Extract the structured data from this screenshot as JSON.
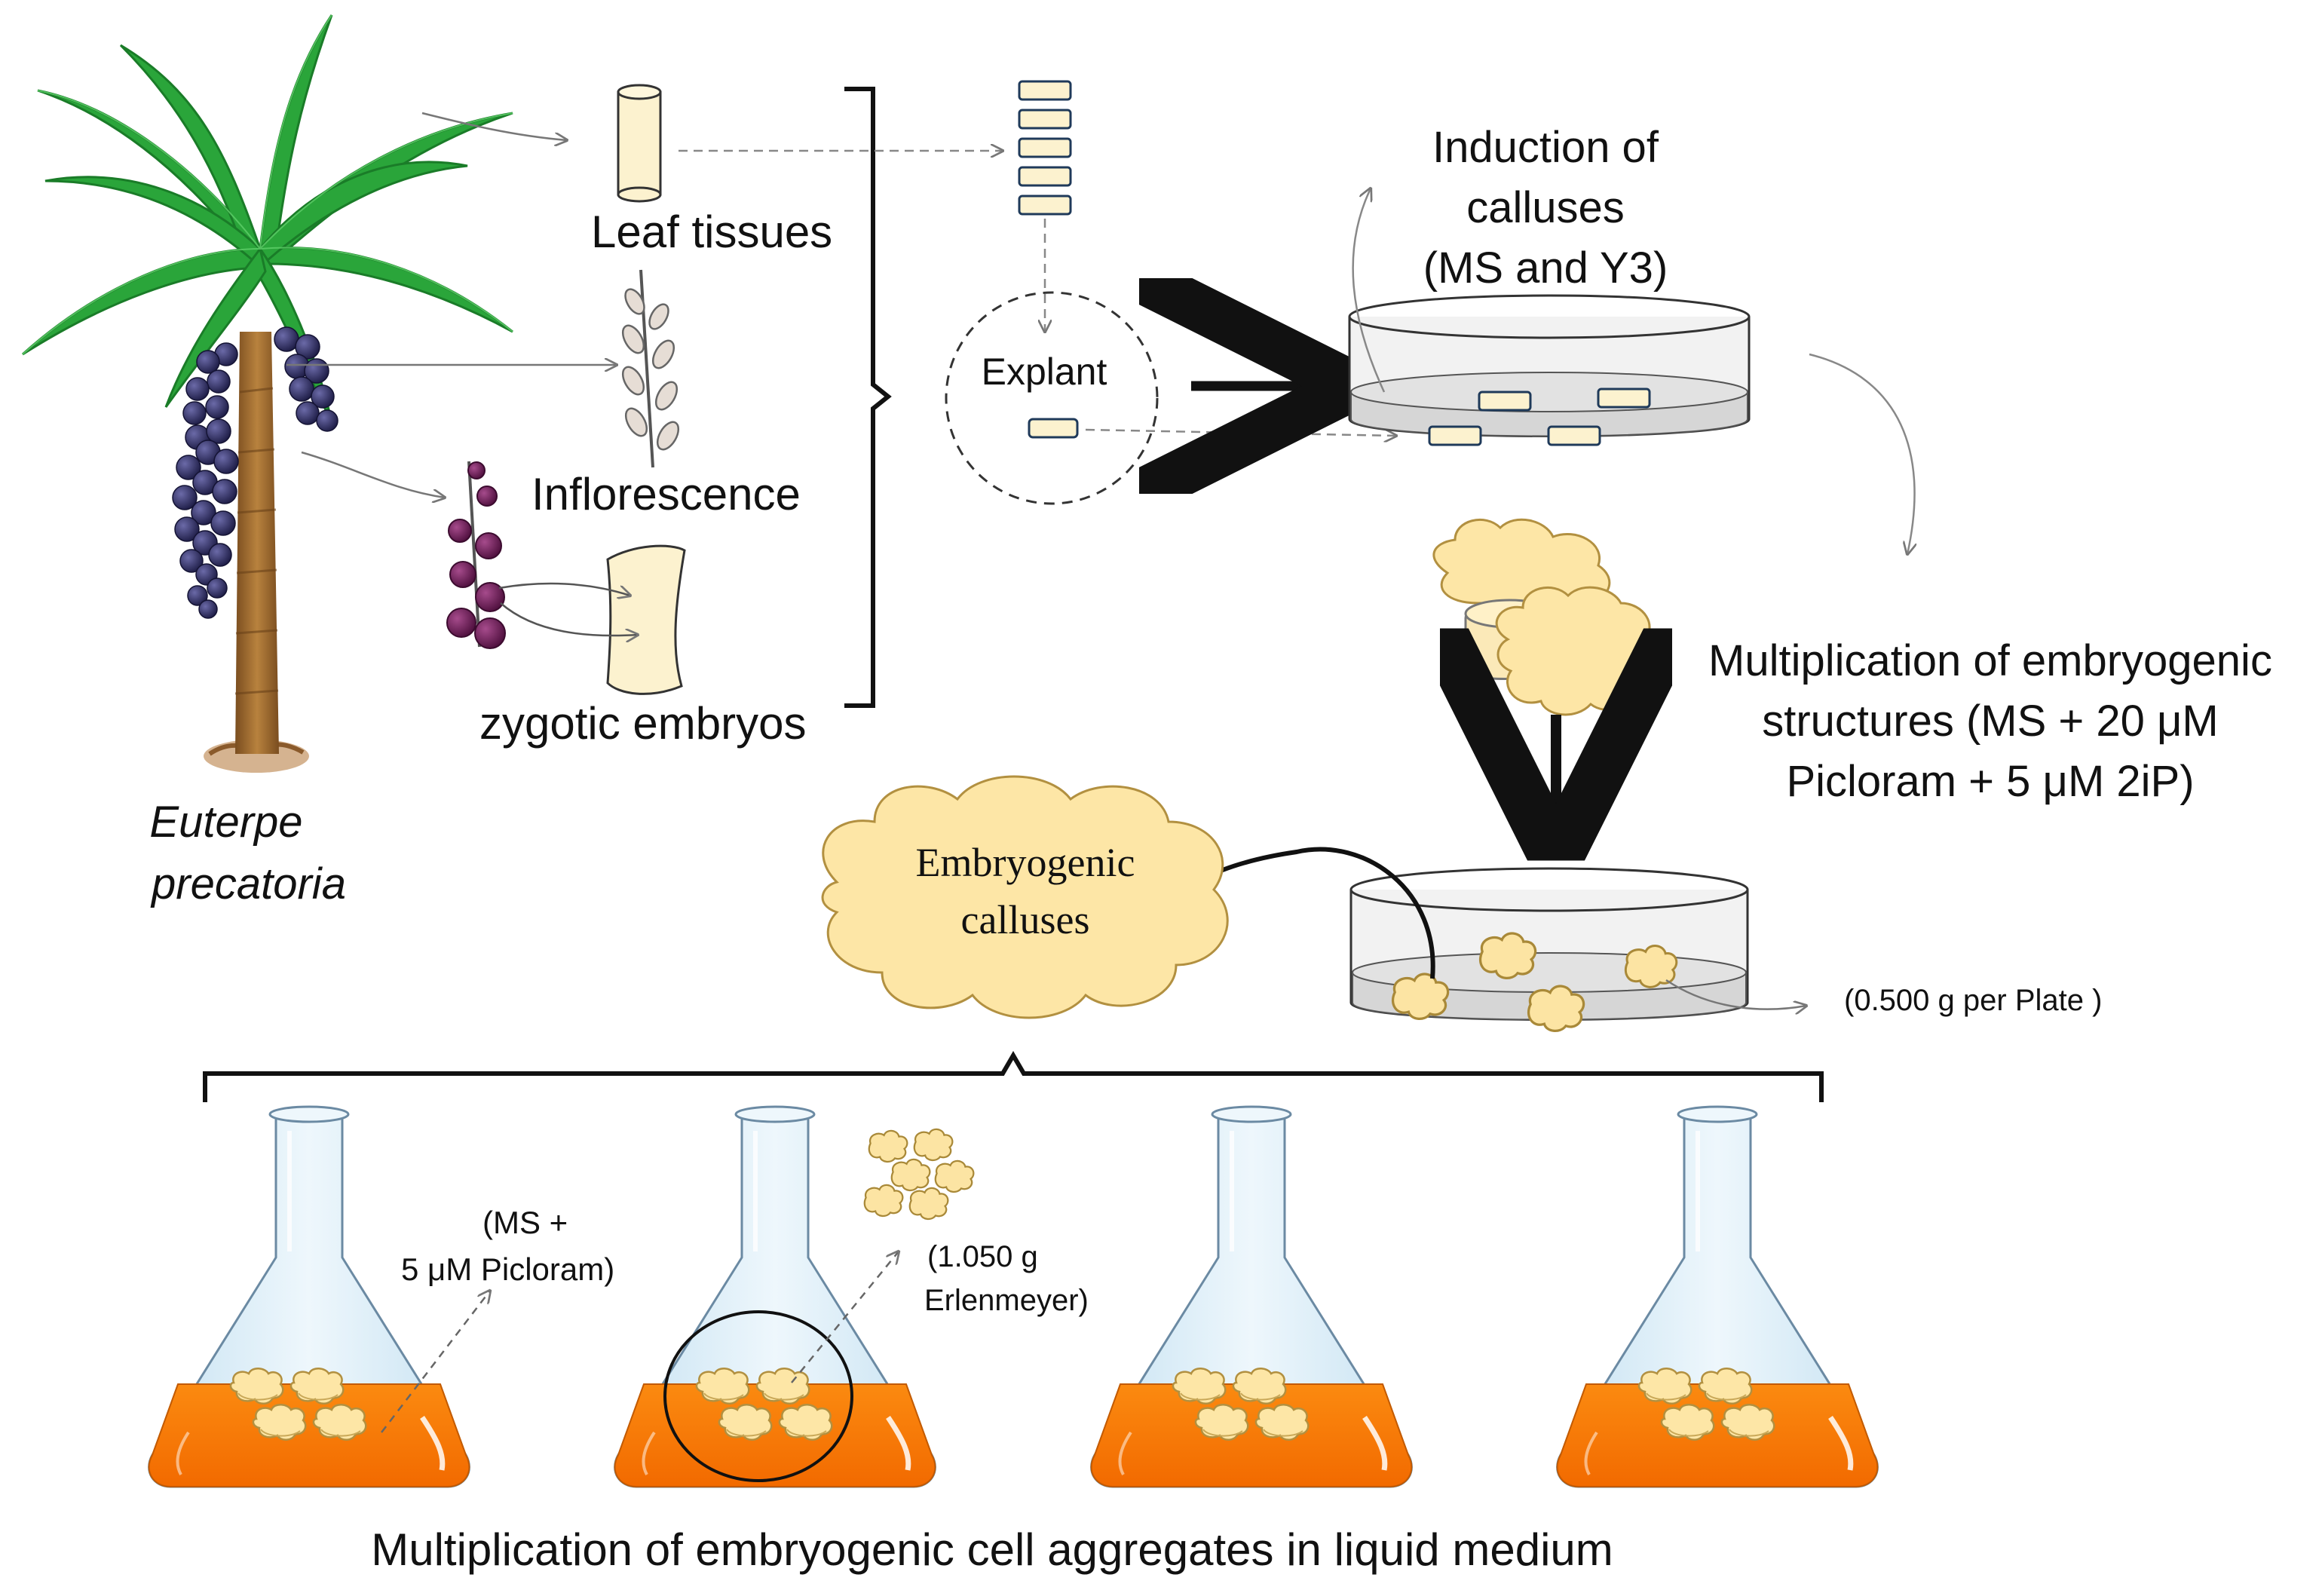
{
  "plant": {
    "species_line1": "Euterpe",
    "species_line2": "precatoria"
  },
  "explant_sources": {
    "leaf": "Leaf tissues",
    "inflorescence": "Inflorescence",
    "embryos": "zygotic embryos"
  },
  "explant_label": "Explant",
  "induction": {
    "line1": "Induction of",
    "line2": "calluses",
    "line3": "(MS and Y3)"
  },
  "multiplication": {
    "line1": "Multiplication of embryogenic",
    "line2": "structures (MS + 20 μM",
    "line3": "Picloram + 5 μM 2iP)"
  },
  "embryogenic_cloud": {
    "line1": "Embryogenic",
    "line2": "calluses"
  },
  "plate_amount": "(0.500 g per Plate )",
  "flask_medium": {
    "line1": "(MS +",
    "line2": "5 μM  Picloram)"
  },
  "flask_amount": {
    "line1": "(1.050 g",
    "line2": "Erlenmeyer)"
  },
  "bottom_caption": "Multiplication of embryogenic cell aggregates in liquid medium",
  "colors": {
    "callus": "#fbe3a0",
    "callus_outline": "#b08a3a",
    "medium": "#f98a12",
    "glass": "#d6ebf7",
    "berry": "#2b2a5c",
    "palm_leaf": "#2aa53a",
    "trunk": "#9b6b32",
    "embryo_berry": "#6b1a55"
  }
}
